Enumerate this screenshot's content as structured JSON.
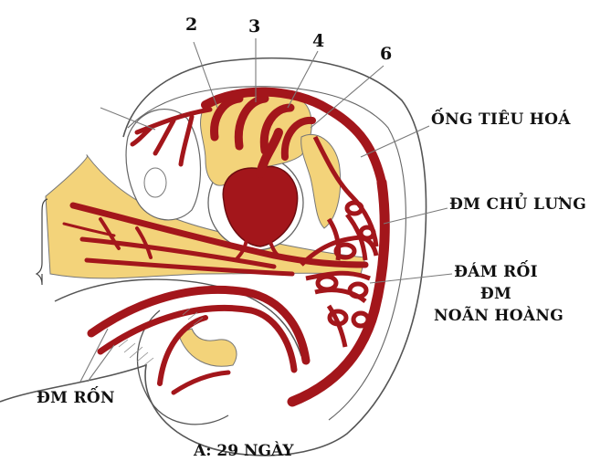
{
  "numbers": {
    "n2": "2",
    "n3": "3",
    "n4": "4",
    "n6": "6"
  },
  "labels": {
    "digestive_tube": "ỐNG TIÊU HOÁ",
    "dorsal_aorta": "ĐM CHỦ LƯNG",
    "vitelline_plexus_line1": "ĐÁM RỐI",
    "vitelline_plexus_line2": "ĐM",
    "vitelline_plexus_line3": "NOÃN HOÀNG",
    "umbilical_artery": "ĐM RỐN"
  },
  "caption": "A: 29 NGÀY",
  "colors": {
    "artery_red": "#a3161b",
    "artery_dark": "#6e0c10",
    "tissue_yellow": "#f3d37a",
    "outline": "#555555",
    "leader_line": "#7a7a7a"
  }
}
